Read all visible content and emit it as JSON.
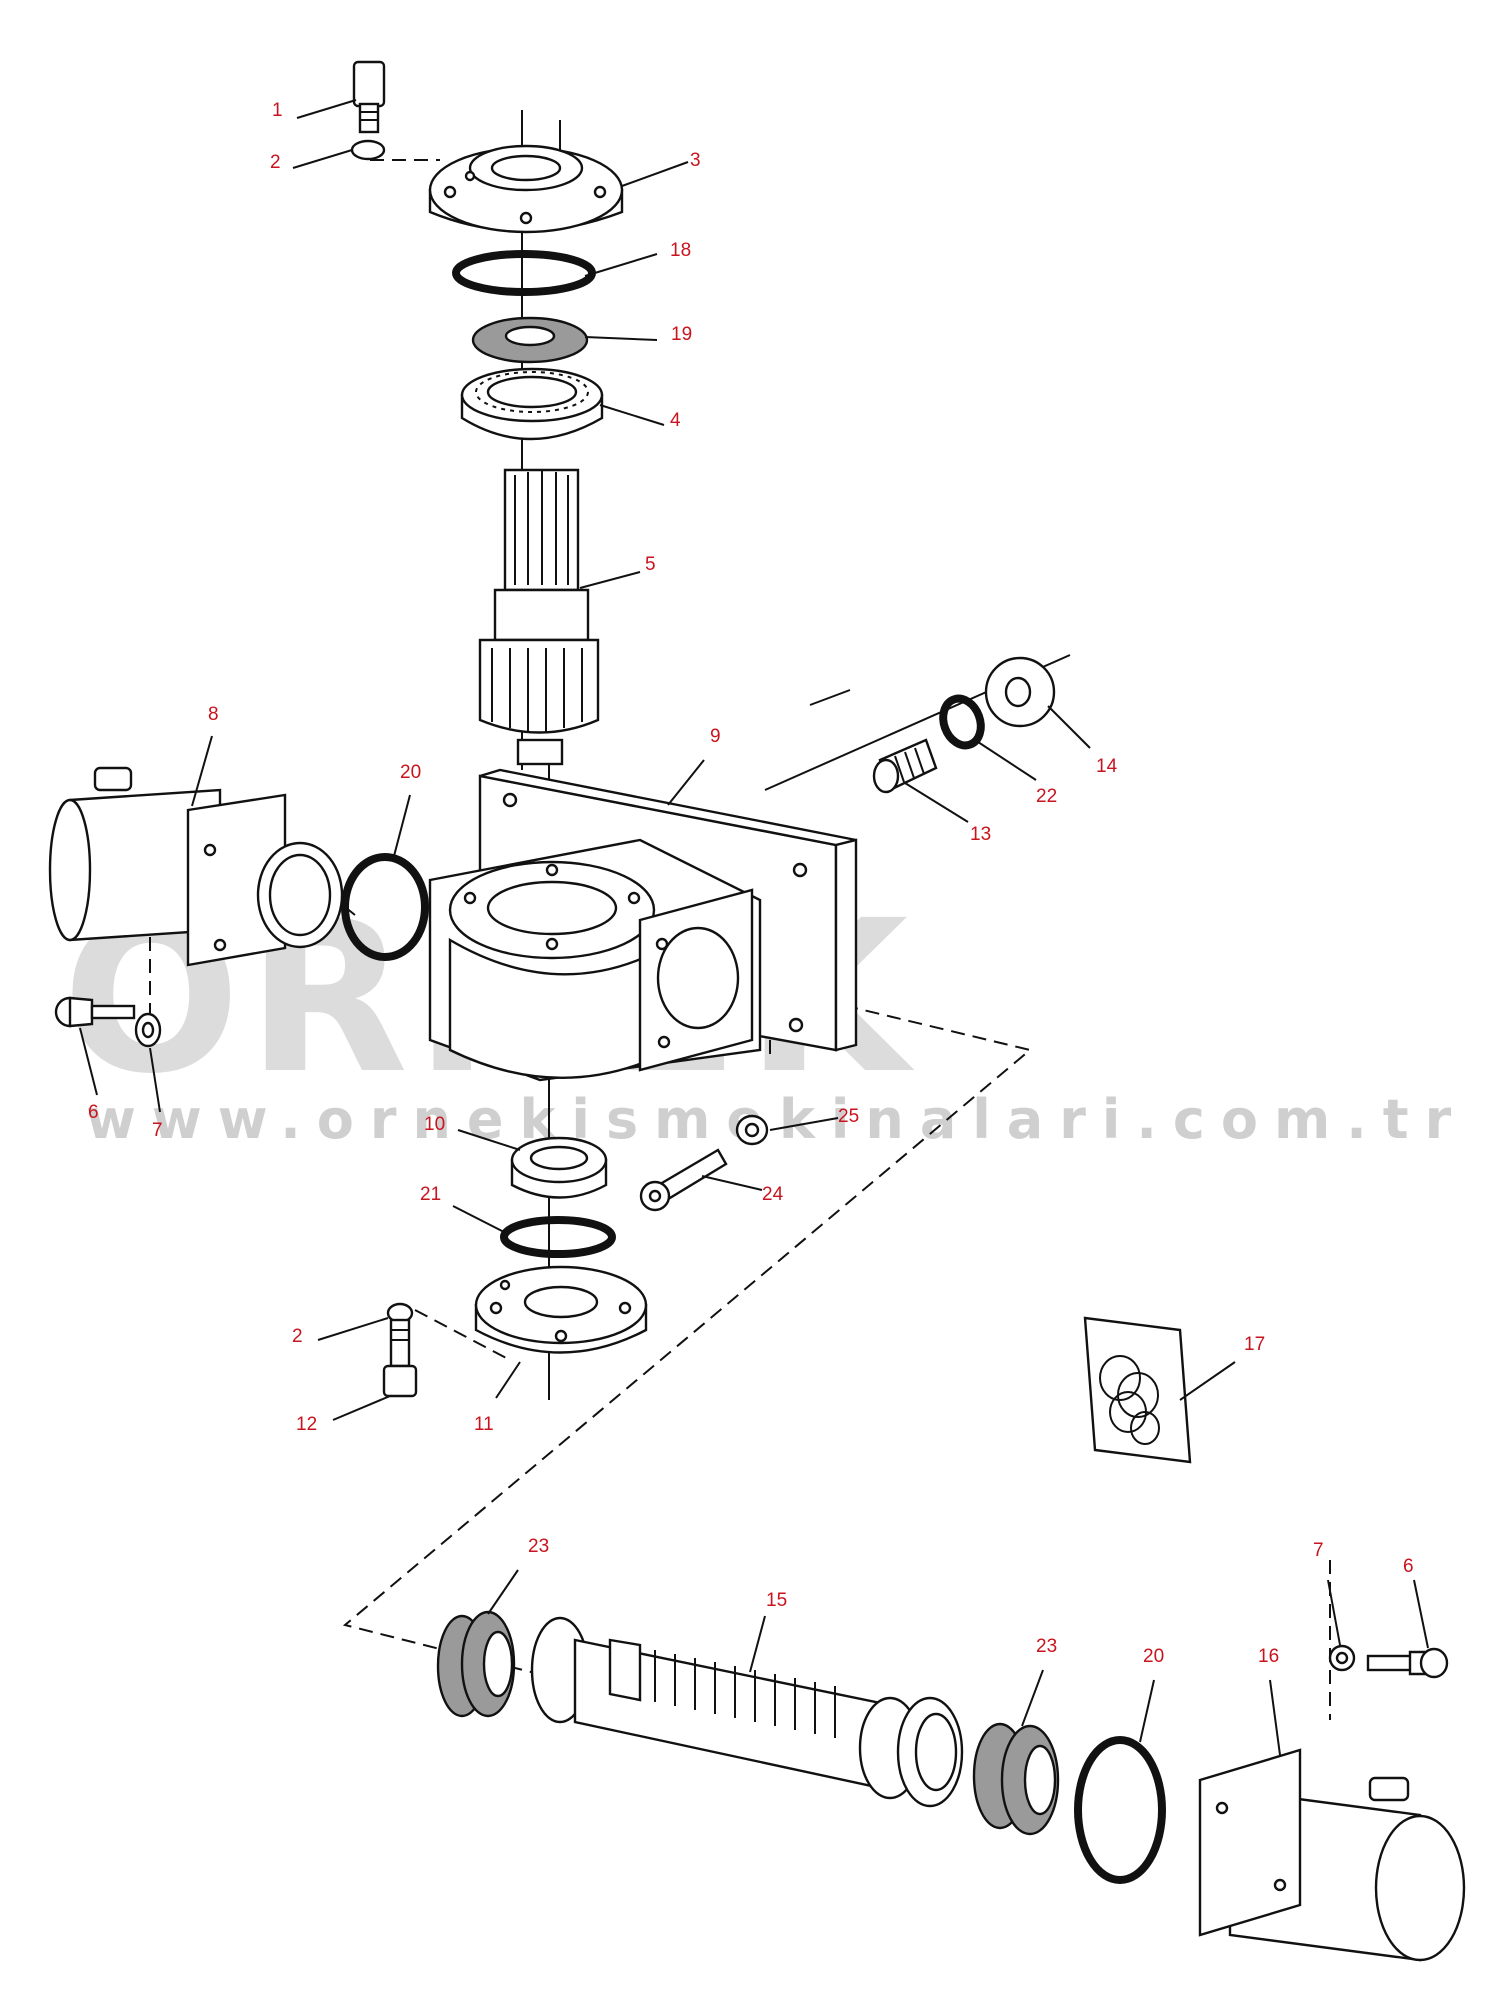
{
  "watermark": {
    "brand": "ÖRNEK",
    "url": "www.ornekismekinalari.com.tr",
    "brand_color": "#dcdcdc",
    "accent_color": "#f0d77a"
  },
  "label_color": "#c8141e",
  "callouts": [
    {
      "id": "c1",
      "text": "1"
    },
    {
      "id": "c2a",
      "text": "2"
    },
    {
      "id": "c3",
      "text": "3"
    },
    {
      "id": "c18",
      "text": "18"
    },
    {
      "id": "c19",
      "text": "19"
    },
    {
      "id": "c4",
      "text": "4"
    },
    {
      "id": "c5",
      "text": "5"
    },
    {
      "id": "c8",
      "text": "8"
    },
    {
      "id": "c9",
      "text": "9"
    },
    {
      "id": "c20a",
      "text": "20"
    },
    {
      "id": "c13",
      "text": "13"
    },
    {
      "id": "c22",
      "text": "22"
    },
    {
      "id": "c14",
      "text": "14"
    },
    {
      "id": "c6a",
      "text": "6"
    },
    {
      "id": "c7a",
      "text": "7"
    },
    {
      "id": "c10",
      "text": "10"
    },
    {
      "id": "c25",
      "text": "25"
    },
    {
      "id": "c24",
      "text": "24"
    },
    {
      "id": "c21",
      "text": "21"
    },
    {
      "id": "c2b",
      "text": "2"
    },
    {
      "id": "c12",
      "text": "12"
    },
    {
      "id": "c11",
      "text": "11"
    },
    {
      "id": "c17",
      "text": "17"
    },
    {
      "id": "c23a",
      "text": "23"
    },
    {
      "id": "c15",
      "text": "15"
    },
    {
      "id": "c23b",
      "text": "23"
    },
    {
      "id": "c20b",
      "text": "20"
    },
    {
      "id": "c16",
      "text": "16"
    },
    {
      "id": "c7b",
      "text": "7"
    },
    {
      "id": "c6b",
      "text": "6"
    }
  ]
}
